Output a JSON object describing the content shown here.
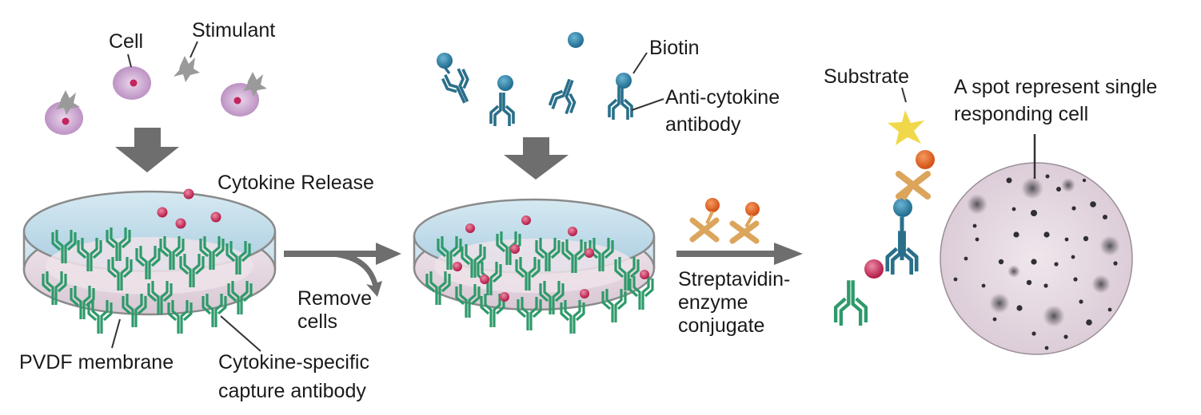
{
  "labels": {
    "cell": "Cell",
    "stimulant": "Stimulant",
    "cytokine_release": "Cytokine Release",
    "remove_cells_line1": "Remove",
    "remove_cells_line2": "cells",
    "pvdf_membrane": "PVDF membrane",
    "capture_antibody_line1": "Cytokine-specific",
    "capture_antibody_line2": "capture antibody",
    "biotin": "Biotin",
    "anti_cytokine_line1": "Anti-cytokine",
    "anti_cytokine_line2": "antibody",
    "streptavidin_line1": "Streptavidin-",
    "streptavidin_line2": "enzyme",
    "streptavidin_line3": "conjugate",
    "substrate": "Substrate",
    "spot_line1": "A spot represent single",
    "spot_line2": "responding cell"
  },
  "colors": {
    "cell_fill": "#d3b1d6",
    "cell_nucleus": "#c4245e",
    "stimulant": "#9a9a9a",
    "arrow": "#6e6e6e",
    "capture_antibody": "#2e9a6a",
    "detection_antibody": "#2a6f8a",
    "biotin": "#3484a6",
    "cytokine": "#c23a5e",
    "streptavidin": "#dca55c",
    "enzyme": "#e46a24",
    "substrate": "#f0d84a",
    "well_fill": "#bcdceb",
    "membrane": "#ece0e8",
    "spot_plate": "#e6dae3",
    "spot": "#2f2f34"
  },
  "icons": [
    "cell-icon",
    "stimulant-icon",
    "down-arrow-icon",
    "right-arrow-icon",
    "petri-dish-icon",
    "antibody-icon",
    "biotin-icon",
    "cytokine-icon",
    "streptavidin-enzyme-icon",
    "substrate-star-icon",
    "spot-plate-icon"
  ]
}
